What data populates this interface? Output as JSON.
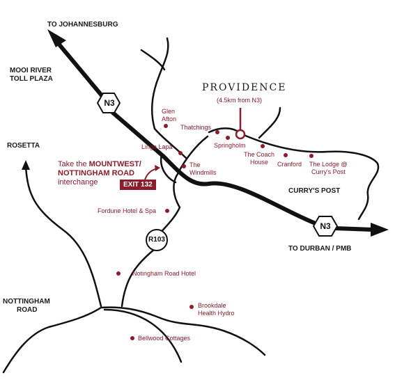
{
  "colors": {
    "accent": "#8b1c2c",
    "road": "#111111"
  },
  "destination": {
    "name": "PROVIDENCE",
    "distance_note": "(4.5km from N3)"
  },
  "directions": {
    "to_north": "TO JOHANNESBURG",
    "to_south": "TO DURBAN / PMB",
    "toll": [
      "MOOI RIVER",
      "TOLL PLAZA"
    ]
  },
  "places": {
    "rosetta": "ROSETTA",
    "nottingham_road": [
      "NOTTINGHAM",
      "ROAD"
    ],
    "currys_post": "CURRY'S POST"
  },
  "routes": {
    "n3_north": "N3",
    "n3_south": "N3",
    "r103": "R103"
  },
  "callout": {
    "line1_prefix": "Take the ",
    "line1_bold": "MOUNTWEST/",
    "line2_bold": "NOTTINGHAM ROAD",
    "line3": "interchange",
    "exit": "EXIT 132"
  },
  "poi": [
    {
      "name": [
        "Glen",
        "Afton"
      ]
    },
    {
      "name": [
        "Thatchings"
      ]
    },
    {
      "name": [
        "Springholm"
      ]
    },
    {
      "name": [
        "The Coach",
        "House"
      ]
    },
    {
      "name": [
        "Cranford"
      ]
    },
    {
      "name": [
        "The Lodge @",
        "Curry's Post"
      ]
    },
    {
      "name": [
        "Linga Lapa"
      ]
    },
    {
      "name": [
        "The",
        "Windmills"
      ]
    },
    {
      "name": [
        "Fordune Hotel & Spa"
      ]
    },
    {
      "name": [
        "Notingham Road Hotel"
      ]
    },
    {
      "name": [
        "Brookdale",
        "Health Hydro"
      ]
    },
    {
      "name": [
        "Bellwood Cottages"
      ]
    }
  ]
}
